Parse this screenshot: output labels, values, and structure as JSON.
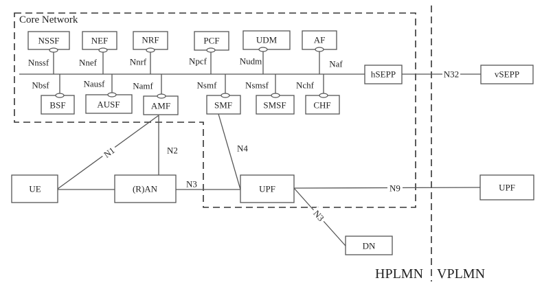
{
  "diagram": {
    "core_network_label": "Core Network",
    "regions": {
      "home": "HPLMN",
      "visited": "VPLMN"
    },
    "service_bus": {
      "top_functions": [
        {
          "name": "NSSF",
          "interface": "Nnssf"
        },
        {
          "name": "NEF",
          "interface": "Nnef"
        },
        {
          "name": "NRF",
          "interface": "Nnrf"
        },
        {
          "name": "PCF",
          "interface": "Npcf"
        },
        {
          "name": "UDM",
          "interface": "Nudm"
        },
        {
          "name": "AF",
          "interface": "Naf"
        }
      ],
      "bottom_functions": [
        {
          "name": "BSF",
          "interface": "Nbsf"
        },
        {
          "name": "AUSF",
          "interface": "Nausf"
        },
        {
          "name": "AMF",
          "interface": "Namf"
        },
        {
          "name": "SMF",
          "interface": "Nsmf"
        },
        {
          "name": "SMSF",
          "interface": "Nsmsf"
        },
        {
          "name": "CHF",
          "interface": "Nchf"
        }
      ]
    },
    "nodes": {
      "hsepp": "hSEPP",
      "vsepp": "vSEPP",
      "ue": "UE",
      "ran": "(R)AN",
      "upf_home": "UPF",
      "upf_visited": "UPF",
      "dn": "DN"
    },
    "interfaces": {
      "n1": "N1",
      "n2": "N2",
      "n3_ran_upf": "N3",
      "n3_upf_dn": "N3",
      "n4": "N4",
      "n9": "N9",
      "n32": "N32"
    }
  }
}
